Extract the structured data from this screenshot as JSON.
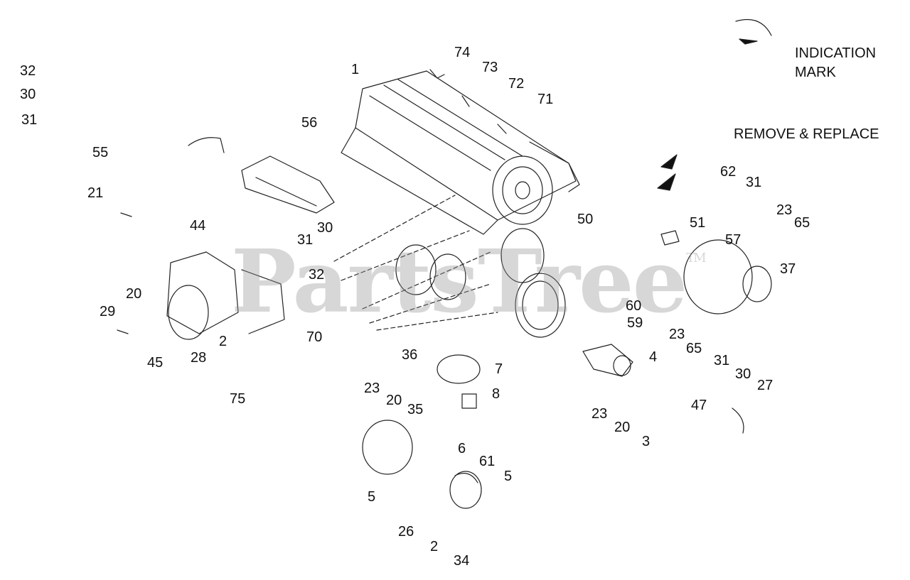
{
  "notes": {
    "indication_line1": "INDICATION",
    "indication_line2": "MARK",
    "remove_replace": "REMOVE & REPLACE"
  },
  "watermark": {
    "text": "PartsTree",
    "trademark": "TM",
    "color": "#9a9a9a"
  },
  "callouts": [
    "32",
    "30",
    "31",
    "55",
    "21",
    "44",
    "1",
    "56",
    "74",
    "73",
    "72",
    "71",
    "31",
    "30",
    "32",
    "20",
    "29",
    "45",
    "28",
    "2",
    "75",
    "70",
    "36",
    "23",
    "20",
    "35",
    "7",
    "8",
    "6",
    "61",
    "5",
    "5",
    "26",
    "2",
    "34",
    "50",
    "62",
    "31",
    "23",
    "65",
    "51",
    "57",
    "37",
    "60",
    "59",
    "23",
    "65",
    "4",
    "31",
    "30",
    "27",
    "47",
    "23",
    "20",
    "3"
  ]
}
